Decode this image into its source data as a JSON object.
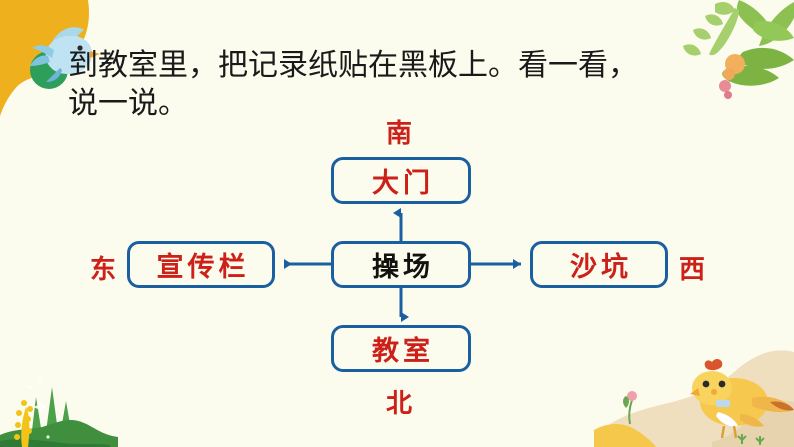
{
  "slide": {
    "background_color": "#fcfcee",
    "heading": "到教室里，把记录纸贴在黑板上。看一看，\n说一说。"
  },
  "diagram": {
    "type": "direction-map",
    "accent_colors": {
      "box_border": "#1a5fa0",
      "red_text": "#cc2018",
      "black_text": "#14120f",
      "connector": "#1a5fa0"
    },
    "center_node": {
      "label": "操场",
      "color": "black"
    },
    "nodes": [
      {
        "id": "gate",
        "label": "大门",
        "color": "red",
        "position": "top"
      },
      {
        "id": "board",
        "label": "宣传栏",
        "color": "red",
        "position": "left"
      },
      {
        "id": "yard",
        "label": "操场",
        "color": "black",
        "position": "center"
      },
      {
        "id": "sandpit",
        "label": "沙坑",
        "color": "red",
        "position": "right"
      },
      {
        "id": "classroom",
        "label": "教室",
        "color": "red",
        "position": "bottom"
      }
    ],
    "direction_labels": [
      {
        "id": "south",
        "label": "南",
        "position": "top"
      },
      {
        "id": "north",
        "label": "北",
        "position": "bottom"
      },
      {
        "id": "east",
        "label": "东",
        "position": "left"
      },
      {
        "id": "west",
        "label": "西",
        "position": "right"
      }
    ],
    "connectors": [
      {
        "from": "yard",
        "to": "gate",
        "direction": "up"
      },
      {
        "from": "yard",
        "to": "board",
        "direction": "left"
      },
      {
        "from": "yard",
        "to": "sandpit",
        "direction": "right"
      },
      {
        "from": "yard",
        "to": "classroom",
        "direction": "down"
      }
    ]
  },
  "decorations": {
    "top_left": {
      "name": "blue-bird-on-yellow-blob",
      "colors": [
        "#efb01e",
        "#2e9e5b",
        "#a9d8ea"
      ]
    },
    "top_right": {
      "name": "green-leaves-with-berries",
      "colors": [
        "#8cc152",
        "#a8d06a",
        "#f0a85a",
        "#e88b96"
      ]
    },
    "bottom_left": {
      "name": "grass-hill-with-yellow-flowers",
      "colors": [
        "#3f8f3f",
        "#66a84e",
        "#f2c319"
      ]
    },
    "bottom_right": {
      "name": "yellow-chick-on-beige-blob",
      "colors": [
        "#ecd9b6",
        "#f5c84c",
        "#f0b64a"
      ]
    }
  }
}
